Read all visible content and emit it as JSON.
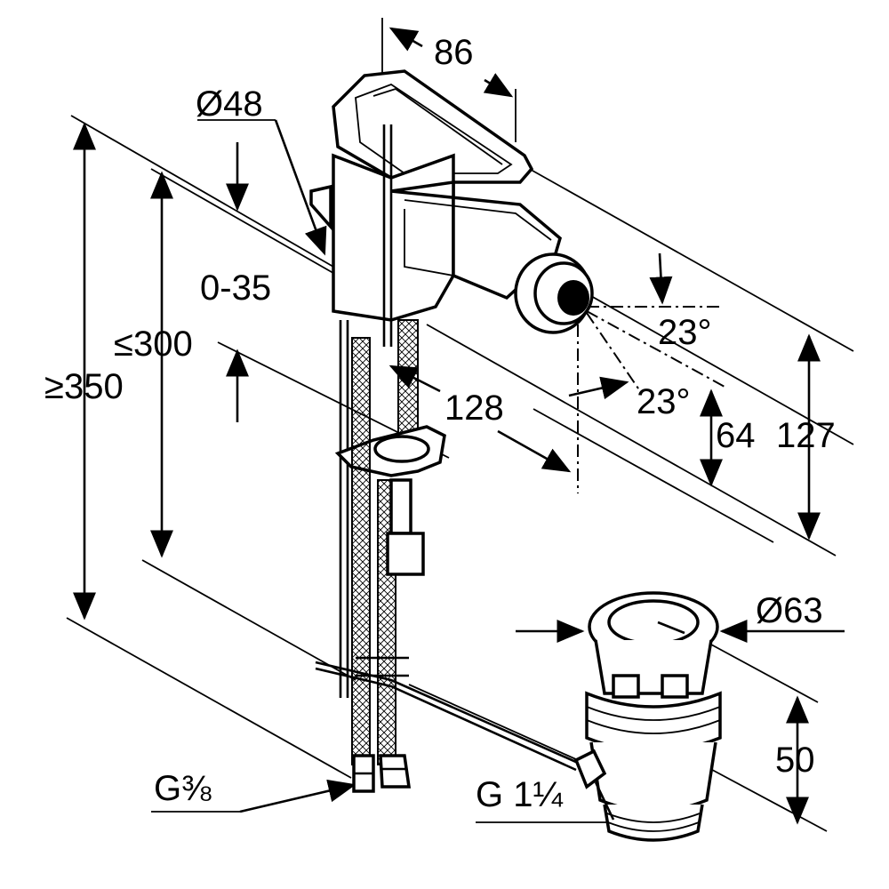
{
  "dimensions": {
    "spout_reach": "86",
    "body_diameter": "Ø48",
    "deck_thickness": "0-35",
    "hose_length_max": "≤300",
    "total_height_min": "≥350",
    "tap_hole_distance": "128",
    "angle_upper": "23°",
    "angle_lower": "23°",
    "outlet_height": "64",
    "spout_height": "127",
    "waste_diameter": "Ø63",
    "waste_height": "50",
    "hose_thread": "G⅜",
    "waste_thread": "G 1¼"
  }
}
